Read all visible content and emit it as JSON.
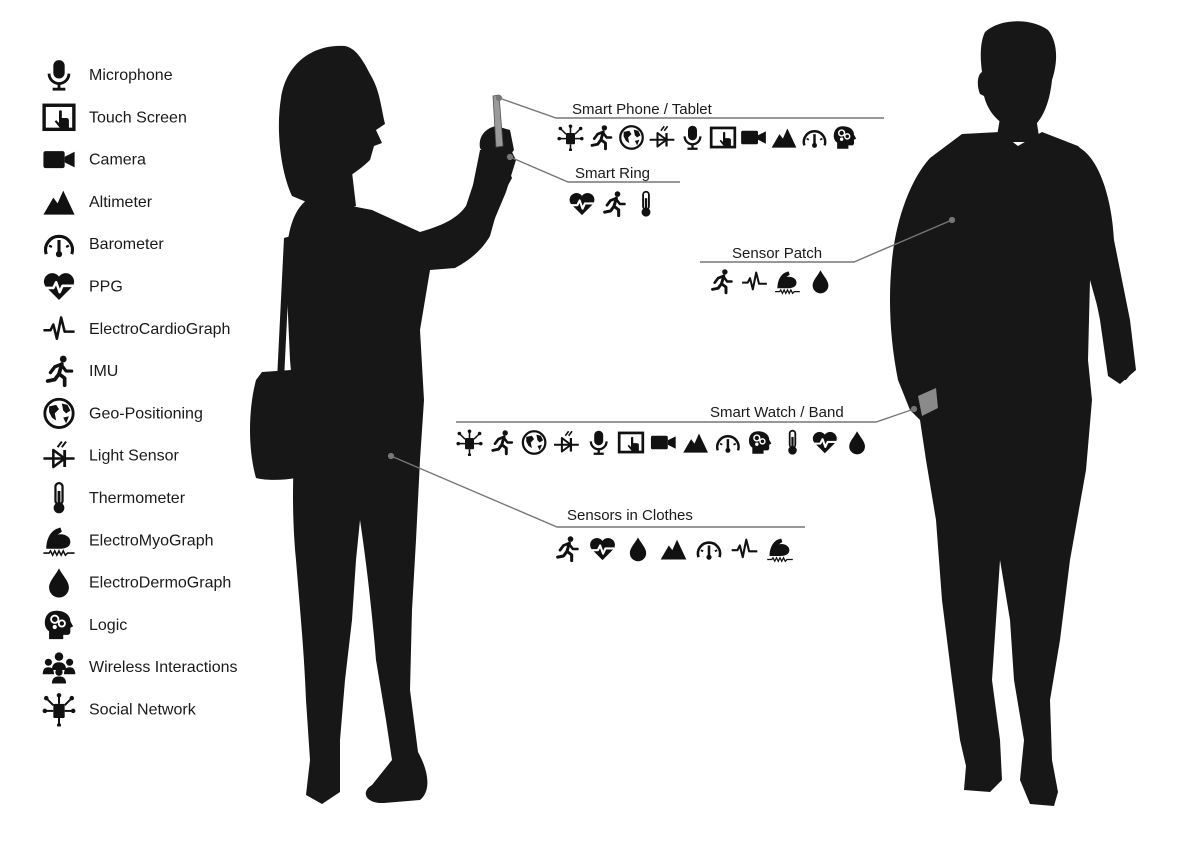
{
  "legend": {
    "items": [
      {
        "icon": "microphone",
        "label": "Microphone"
      },
      {
        "icon": "touch-screen",
        "label": "Touch Screen"
      },
      {
        "icon": "camera",
        "label": "Camera"
      },
      {
        "icon": "altimeter",
        "label": "Altimeter"
      },
      {
        "icon": "barometer",
        "label": "Barometer"
      },
      {
        "icon": "ppg",
        "label": "PPG"
      },
      {
        "icon": "ecg",
        "label": "ElectroCardioGraph"
      },
      {
        "icon": "imu",
        "label": "IMU"
      },
      {
        "icon": "geo",
        "label": "Geo-Positioning"
      },
      {
        "icon": "light",
        "label": "Light Sensor"
      },
      {
        "icon": "thermometer",
        "label": "Thermometer"
      },
      {
        "icon": "emg",
        "label": "ElectroMyoGraph"
      },
      {
        "icon": "edg",
        "label": "ElectroDermoGraph"
      },
      {
        "icon": "logic",
        "label": "Logic"
      },
      {
        "icon": "wireless",
        "label": "Wireless Interactions"
      },
      {
        "icon": "social",
        "label": "Social Network"
      }
    ]
  },
  "devices": {
    "smartphone": {
      "label": "Smart Phone / Tablet",
      "icons": [
        "social",
        "imu",
        "geo",
        "light",
        "microphone",
        "touch-screen",
        "camera",
        "altimeter",
        "barometer",
        "logic"
      ]
    },
    "ring": {
      "label": "Smart Ring",
      "icons": [
        "ppg",
        "imu",
        "thermometer"
      ]
    },
    "patch": {
      "label": "Sensor Patch",
      "icons": [
        "imu",
        "ecg",
        "emg",
        "edg"
      ]
    },
    "watch": {
      "label": "Smart Watch / Band",
      "icons": [
        "social",
        "imu",
        "geo",
        "light",
        "microphone",
        "touch-screen",
        "camera",
        "altimeter",
        "barometer",
        "logic",
        "thermometer",
        "ppg",
        "edg"
      ]
    },
    "clothes": {
      "label": "Sensors in Clothes",
      "icons": [
        "imu",
        "ppg",
        "edg",
        "altimeter",
        "barometer",
        "ecg",
        "emg"
      ]
    }
  }
}
